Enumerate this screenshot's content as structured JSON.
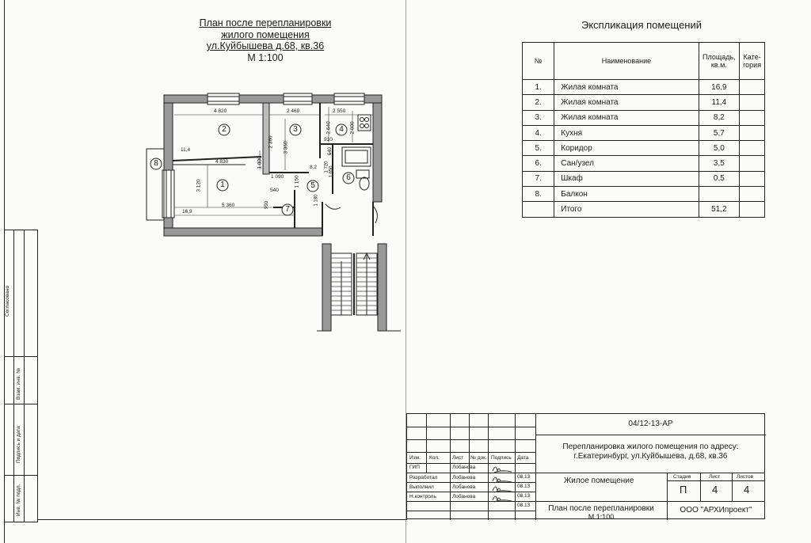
{
  "plan": {
    "title_lines": [
      "План после перепланировки",
      "жилого помещения",
      "ул.Куйбышева д.68, кв.36"
    ],
    "scale": "М 1:100",
    "room_markers": [
      "1",
      "2",
      "3",
      "4",
      "5",
      "6",
      "7",
      "8"
    ],
    "dimensions": [
      "4 820",
      "2 460",
      "2 550",
      "2 360",
      "3 360",
      "2 640",
      "2 000",
      "910",
      "11,4",
      "4 830",
      "1 090",
      "1 000",
      "3 120",
      "1 150",
      "540",
      "8,2",
      "1 720",
      "640",
      "1 650",
      "990",
      "1 180",
      "5 360",
      "16,9"
    ]
  },
  "explication": {
    "title": "Экспликация помещений",
    "headers": {
      "num": "№",
      "name": "Наименование",
      "area": "Площадь, кв.м.",
      "category": "Кате-гория"
    },
    "rows": [
      {
        "num": "1.",
        "name": "Жилая комната",
        "area": "16,9"
      },
      {
        "num": "2.",
        "name": "Жилая комната",
        "area": "11,4"
      },
      {
        "num": "3.",
        "name": "Жилая комната",
        "area": "8,2"
      },
      {
        "num": "4.",
        "name": "Кухня",
        "area": "5,7"
      },
      {
        "num": "5.",
        "name": "Коридор",
        "area": "5,0"
      },
      {
        "num": "6.",
        "name": "Сан/узел",
        "area": "3,5"
      },
      {
        "num": "7.",
        "name": "Шкаф",
        "area": "0,5"
      },
      {
        "num": "8.",
        "name": "Балкон",
        "area": ""
      }
    ],
    "total_label": "Итого",
    "total_value": "51,2"
  },
  "side_strip": {
    "agreed": "Согласовано",
    "inv_replace": "Взам. инв. №",
    "sign_date": "Подпись и дата",
    "inv_orig": "Инв. № подл."
  },
  "title_block": {
    "code": "04/12-13-АР",
    "project_line1": "Перепланировка жилого помещения по адресу:",
    "project_line2": "г.Екатеринбург, ул.Куйбышева, д.68, кв.36",
    "col_headers": [
      "Изм.",
      "Кол.",
      "Лист",
      "№ док.",
      "Подпись",
      "Дата"
    ],
    "staff": [
      {
        "role": "ГИП",
        "name": "Лобанова",
        "date": "08.13"
      },
      {
        "role": "Разработал",
        "name": "Лобанова",
        "date": "08.13"
      },
      {
        "role": "Выполнил",
        "name": "Лобанова",
        "date": "08.13"
      },
      {
        "role": "Н.контроль",
        "name": "Лобанова",
        "date": "08.13"
      }
    ],
    "object_name": "Жилое помещение",
    "stage_label": "Стадия",
    "sheet_label": "Лист",
    "sheets_label": "Листов",
    "stage": "П",
    "sheet": "4",
    "sheets": "4",
    "drawing_line1": "План после  перепланировки",
    "drawing_line2": "М 1:100",
    "company": "ООО \"АРХИпроект\""
  }
}
